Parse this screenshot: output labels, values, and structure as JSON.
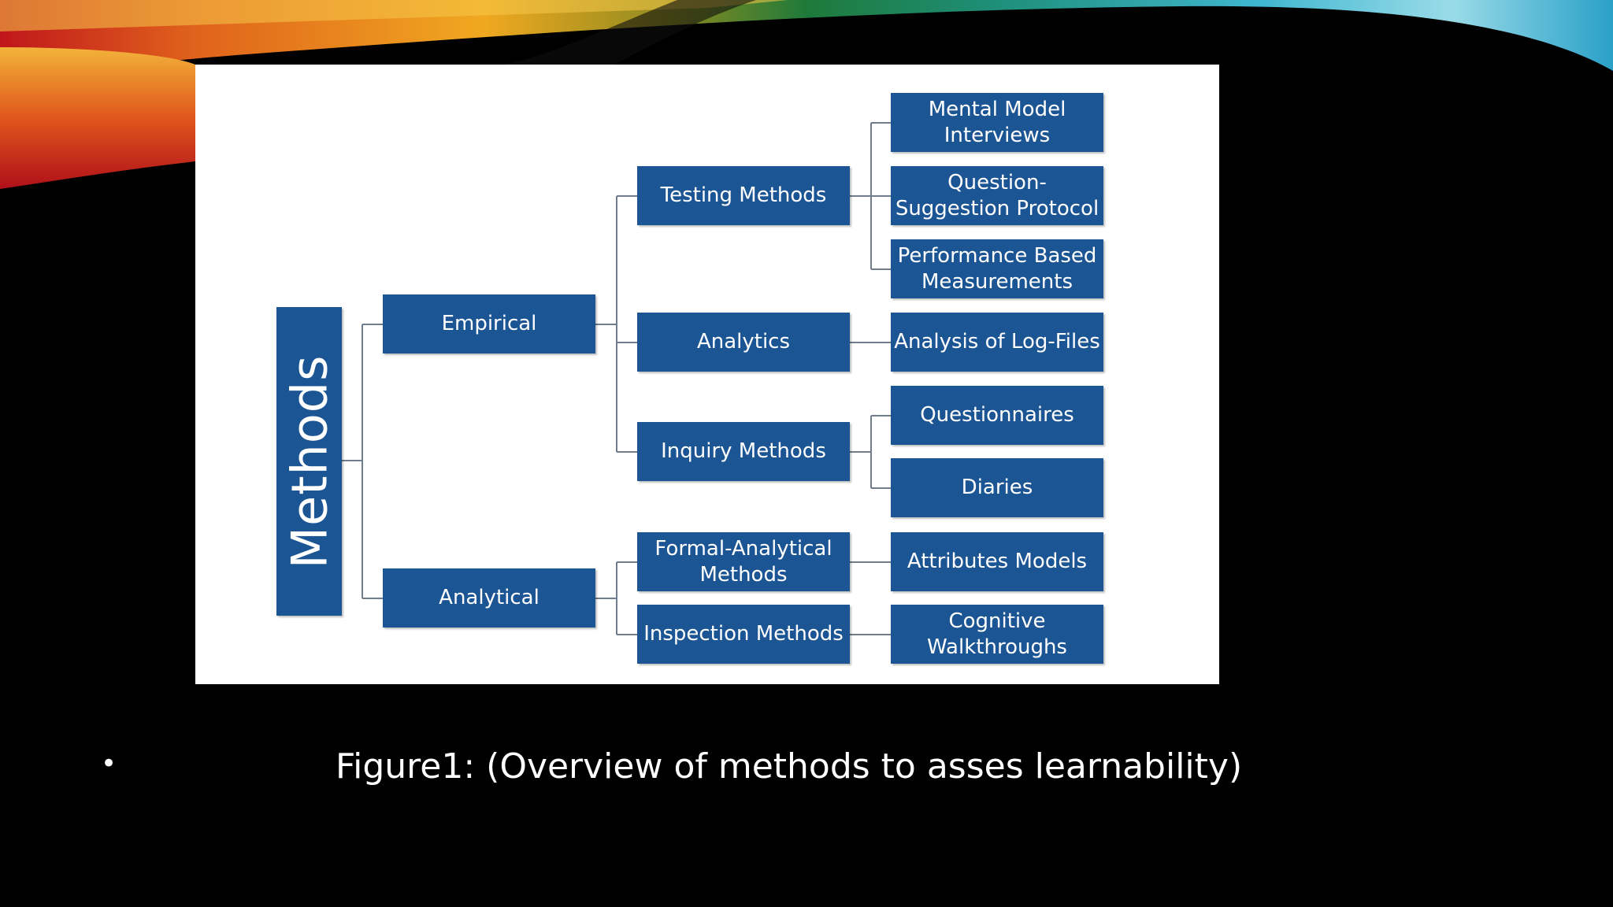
{
  "diagram": {
    "root": "Methods",
    "level1": {
      "empirical": "Empirical",
      "analytical": "Analytical"
    },
    "level2": {
      "testing": "Testing Methods",
      "analytics": "Analytics",
      "inquiry": "Inquiry Methods",
      "formal": "Formal-Analytical\nMethods",
      "inspection": "Inspection Methods"
    },
    "level3": {
      "mental_model": "Mental Model\nInterviews",
      "question_suggestion": "Question-\nSuggestion Protocol",
      "performance": "Performance Based\nMeasurements",
      "log_files": "Analysis of Log-Files",
      "questionnaires": "Questionnaires",
      "diaries": "Diaries",
      "attributes": "Attributes Models",
      "cognitive": "Cognitive\nWalkthroughs"
    }
  },
  "slide": {
    "bullet": "•",
    "caption": "Figure1: (Overview of methods to asses learnability)"
  },
  "colors": {
    "node_fill": "#1c5593",
    "background": "#000000",
    "figure_background": "#ffffff"
  }
}
